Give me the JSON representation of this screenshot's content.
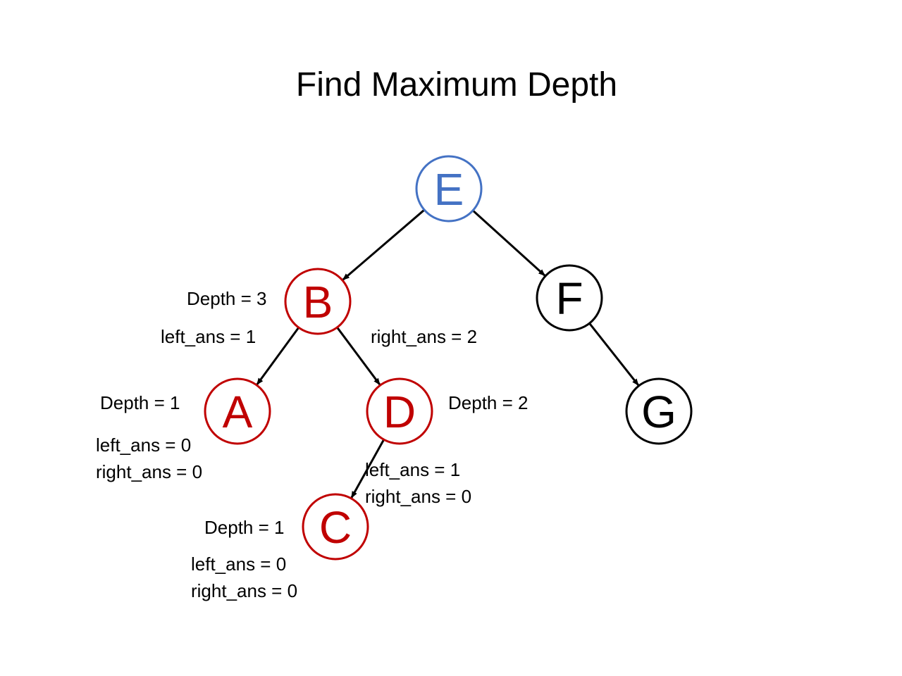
{
  "title": "Find Maximum Depth",
  "colors": {
    "root": "#4472C4",
    "visited": "#C00000",
    "unvisited": "#000000",
    "edge": "#000000"
  },
  "nodes": [
    {
      "id": "E",
      "label": "E",
      "state": "root"
    },
    {
      "id": "B",
      "label": "B",
      "state": "visited"
    },
    {
      "id": "F",
      "label": "F",
      "state": "unvisited"
    },
    {
      "id": "A",
      "label": "A",
      "state": "visited"
    },
    {
      "id": "D",
      "label": "D",
      "state": "visited"
    },
    {
      "id": "G",
      "label": "G",
      "state": "unvisited"
    },
    {
      "id": "C",
      "label": "C",
      "state": "visited"
    }
  ],
  "edges": [
    {
      "from": "E",
      "to": "B"
    },
    {
      "from": "E",
      "to": "F"
    },
    {
      "from": "B",
      "to": "A"
    },
    {
      "from": "B",
      "to": "D"
    },
    {
      "from": "F",
      "to": "G"
    },
    {
      "from": "D",
      "to": "C"
    }
  ],
  "annotations": {
    "b_depth": "Depth = 3",
    "b_left_ans": "left_ans = 1",
    "b_right_ans": "right_ans = 2",
    "a_depth": "Depth = 1",
    "a_left_ans": "left_ans = 0",
    "a_right_ans": "right_ans = 0",
    "d_depth": "Depth = 2",
    "d_left_ans": "left_ans = 1",
    "d_right_ans": "right_ans = 0",
    "c_depth": "Depth = 1",
    "c_left_ans": "left_ans = 0",
    "c_right_ans": "right_ans = 0"
  }
}
